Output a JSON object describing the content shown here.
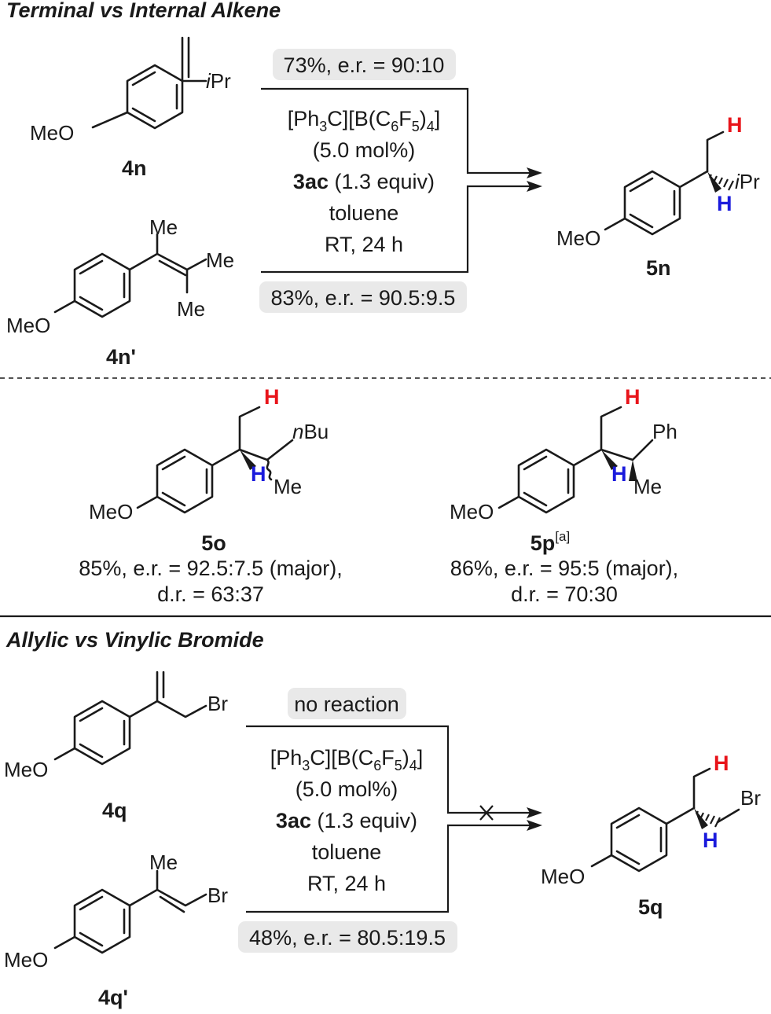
{
  "sections": {
    "terminal_vs_internal": "Terminal vs Internal Alkene",
    "allylic_vs_vinylic": "Allylic vs Vinylic Bromide"
  },
  "atoms": {
    "methoxy": "MeO",
    "isopropyl": "iPr",
    "methyl": "Me",
    "butyl": "nBu",
    "phenyl": "Ph",
    "bromine": "Br",
    "hydrogen": "H"
  },
  "compounds": {
    "4n": "4n",
    "4n_prime": "4n'",
    "5n": "5n",
    "5o": "5o",
    "5p": "5p",
    "5p_note": "[a]",
    "4q": "4q",
    "4q_prime": "4q'",
    "5q": "5q"
  },
  "conditions": {
    "catalyst": "[Ph3C][B(C6F5)4]",
    "loading": "(5.0 mol%)",
    "reagent": "3ac",
    "reagent_amount": "(1.3 equiv)",
    "solvent": "toluene",
    "time_temp": "RT, 24 h"
  },
  "results": {
    "r_4n": "73%, e.r. = 90:10",
    "r_4n_prime": "83%, e.r. = 90.5:9.5",
    "r_5o_line1": "85%, e.r. = 92.5:7.5 (major),",
    "r_5o_line2": "d.r. = 63:37",
    "r_5p_line1": "86%, e.r. = 95:5 (major),",
    "r_5p_line2": "d.r. = 70:30",
    "r_4q": "no reaction",
    "r_4q_prime": "48%, e.r. = 80.5:19.5"
  },
  "colors": {
    "red_H": "#e8141a",
    "blue_H": "#1a1adc",
    "pill": "#e9e9e9"
  }
}
